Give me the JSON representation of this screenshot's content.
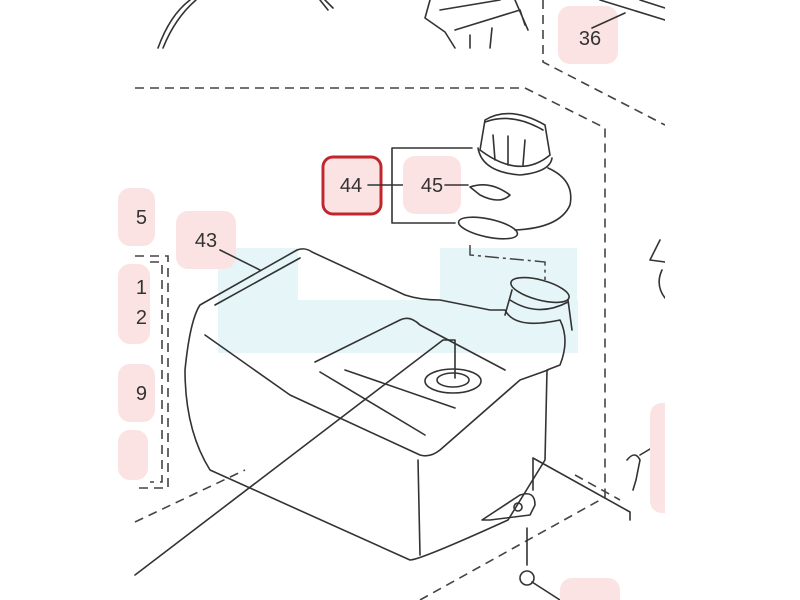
{
  "diagram": {
    "callouts": [
      {
        "id": "36",
        "label": "36"
      },
      {
        "id": "44",
        "label": "44",
        "highlighted": true
      },
      {
        "id": "45",
        "label": "45"
      },
      {
        "id": "43",
        "label": "43"
      },
      {
        "id": "left-a",
        "label": "5"
      },
      {
        "id": "left-b",
        "label": "1"
      },
      {
        "id": "left-c",
        "label": "2"
      },
      {
        "id": "left-d",
        "label": "9"
      }
    ],
    "highlight_color": "#c0262b",
    "bubble_color": "#fbe3e3",
    "tint_color": "#e6f5f7"
  }
}
